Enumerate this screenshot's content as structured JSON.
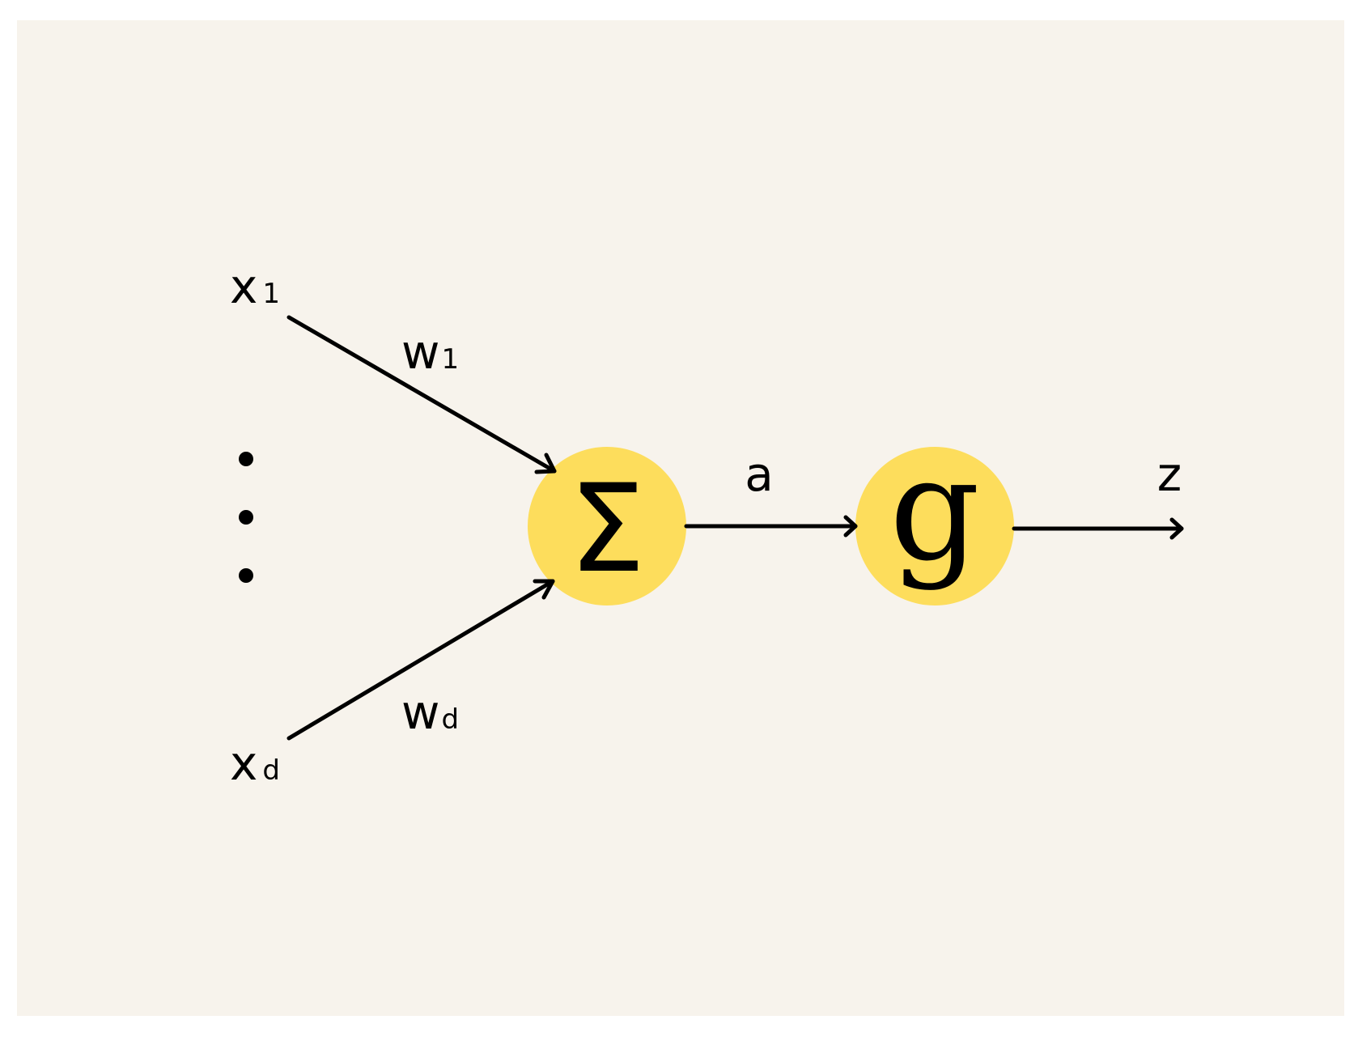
{
  "colors": {
    "panel_background": "#f7f3ec",
    "node_fill": "#fddd5c",
    "stroke": "#000000"
  },
  "inputs": {
    "first": {
      "base": "x",
      "subscript": "1"
    },
    "last": {
      "base": "x",
      "subscript": "d"
    }
  },
  "weights": {
    "first": {
      "base": "w",
      "subscript": "1"
    },
    "last": {
      "base": "w",
      "subscript": "d"
    }
  },
  "nodes": {
    "sum": {
      "symbol": "Σ"
    },
    "activation": {
      "symbol": "g"
    }
  },
  "edges": {
    "sum_to_activation_label": "a",
    "output_label": "z"
  },
  "ellipsis": {
    "kind": "vertical-dots",
    "count": 3
  }
}
